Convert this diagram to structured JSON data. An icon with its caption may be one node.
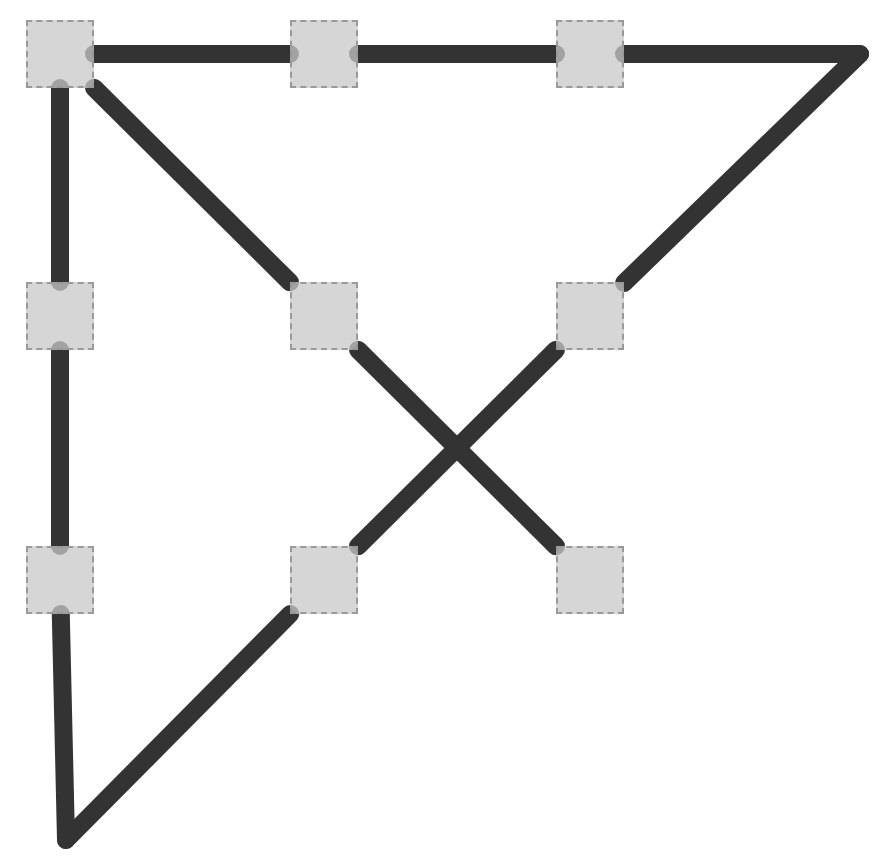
{
  "diagram": {
    "nodes": [
      {
        "text": [],
        "shape": "box"
      },
      {
        "text": [],
        "shape": "box"
      },
      {
        "text": [],
        "shape": "box"
      },
      {
        "text": [],
        "shape": "box"
      },
      {
        "text": [],
        "shape": "box"
      },
      {
        "text": [],
        "shape": "box"
      },
      {
        "text": [],
        "shape": "box"
      },
      {
        "text": [],
        "shape": "box"
      },
      {
        "text": [],
        "shape": "box"
      }
    ],
    "edges": [
      {
        "from": 0,
        "to": 1,
        "arrow": "none"
      },
      {
        "from": 1,
        "to": 2,
        "arrow": "none"
      },
      {
        "from": 2,
        "to": null,
        "arrow": "none"
      },
      {
        "from": null,
        "to": 5,
        "arrow": "none"
      },
      {
        "from": 5,
        "to": 7,
        "arrow": "none"
      },
      {
        "from": 7,
        "to": null,
        "arrow": "none"
      },
      {
        "from": null,
        "to": 6,
        "arrow": "none"
      },
      {
        "from": 6,
        "to": 3,
        "arrow": "none"
      },
      {
        "from": 3,
        "to": 0,
        "arrow": "none"
      },
      {
        "from": 0,
        "to": 4,
        "arrow": "none"
      },
      {
        "from": 4,
        "to": 8,
        "arrow": "none"
      }
    ]
  }
}
